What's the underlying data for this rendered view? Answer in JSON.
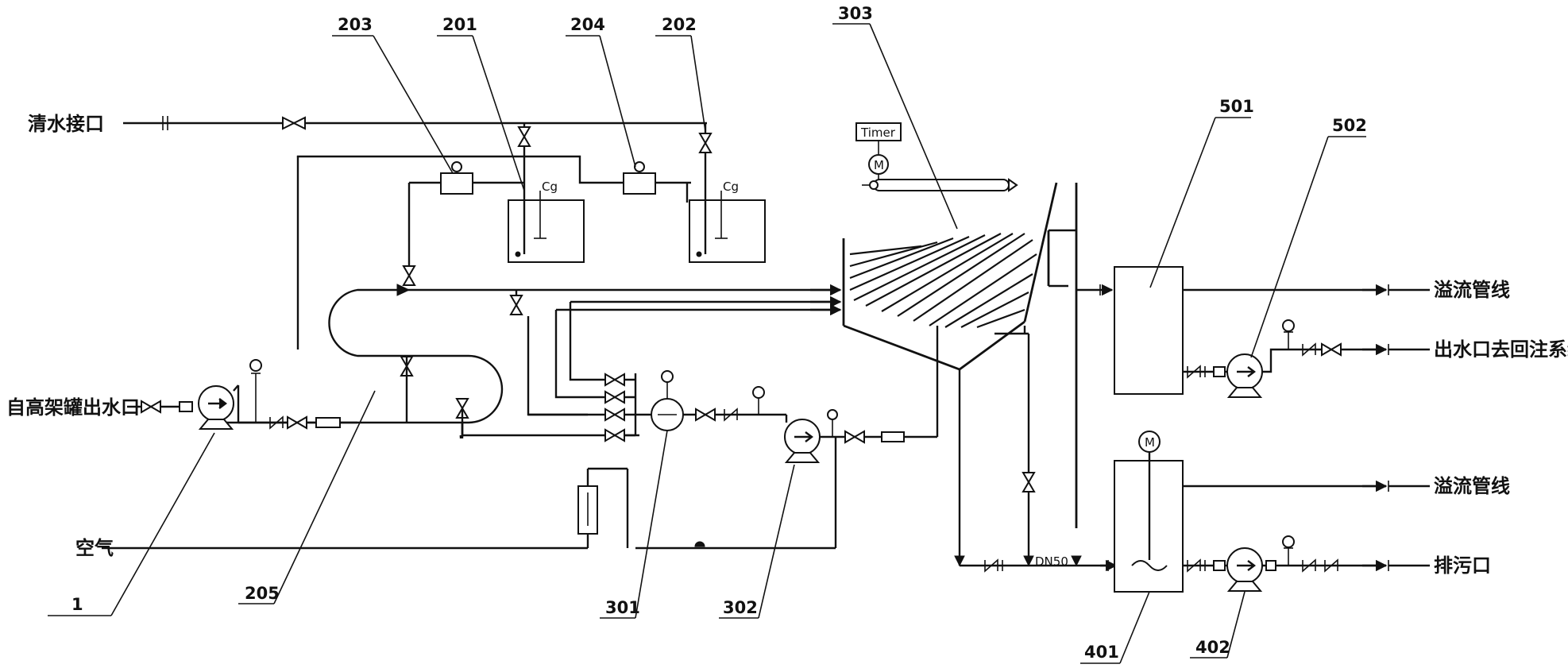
{
  "labels": {
    "clean_water_inlet": "清水接口",
    "from_tank_outlet": "自高架罐出水口",
    "air": "空气",
    "overflow_top": "溢流管线",
    "outlet_reinjection": "出水口去回注系统",
    "overflow_bottom": "溢流管线",
    "sewage_outlet": "排污口",
    "timer": "Timer",
    "motor_symbol": "M",
    "pipe_size": "DN50"
  },
  "callouts": {
    "c1": "1",
    "c201": "201",
    "c202": "202",
    "c203": "203",
    "c204": "204",
    "c205": "205",
    "c301": "301",
    "c302": "302",
    "c303": "303",
    "c401": "401",
    "c402": "402",
    "c501": "501",
    "c502": "502"
  },
  "icons": [
    "pump-icon",
    "valve-icon",
    "check-valve-icon",
    "pressure-gauge-icon",
    "motor-icon",
    "flowmeter-icon",
    "reducer-icon",
    "flow-arrow-icon"
  ]
}
